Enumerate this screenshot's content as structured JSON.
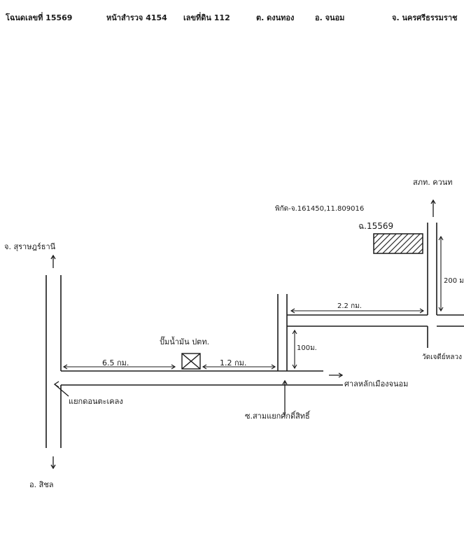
{
  "header": {
    "deed": "โฉนดเลขที่ 15569",
    "survey_page": "หน้าสำรวจ 4154",
    "land_no": "เลขที่ดิน 112",
    "subdistrict": "ต. ดงนทอง",
    "district": "อ. จนอม",
    "province": "จ. นครศรีธรรมราช"
  },
  "map": {
    "top_right_dest": "สภท. ควนท",
    "coords": "พิกัด-จ.161450,11.809016",
    "parcel": "ฉ.15569",
    "left_dest": "จ. สุราษฎร์ธานี",
    "dist_200": "200 ม.",
    "dist_22": "2.2 กม.",
    "gas_station": "ปั๊มน้ำมัน ปตท.",
    "dist_65": "6.5 กม.",
    "dist_12": "1.2 กม.",
    "dist_100": "100ม.",
    "temple": "วัดเจดีย์หลวง",
    "shrine": "ศาลหลักเมืองจนอม",
    "junction_left": "แยกดอนตะเคลง",
    "junction_mid": "ซ.สามแยกศักดิ์สิทธิ์",
    "bottom_dest": "อ. สิชล"
  },
  "colors": {
    "ink": "#1a1a1a",
    "paper": "#ffffff"
  }
}
